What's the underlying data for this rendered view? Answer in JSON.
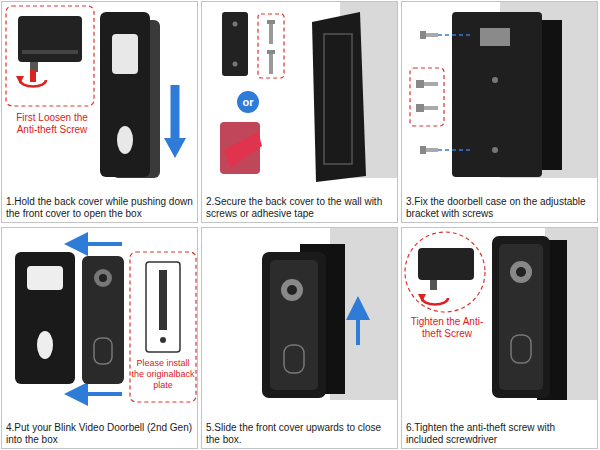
{
  "diagram": {
    "nodes": [
      {
        "text": [
          "1.Hold the back cover while pushing down the front cover to open the box"
        ]
      },
      {
        "text": [
          "2.Secure the back cover to the wall with screws or adhesive tape"
        ]
      },
      {
        "text": [
          "or"
        ],
        "in": 1
      },
      {
        "text": [
          "3.Fix the doorbell case on the adjustable bracket with screws"
        ]
      },
      {
        "text": [
          "4.Put your Blink Video Doorbell (2nd Gen) into the box"
        ]
      },
      {
        "text": [
          "5.Slide the front cover upwards to close the box."
        ]
      },
      {
        "text": [
          "6.Tighten the anti-theft screw with included screwdriver"
        ]
      }
    ],
    "labels": [
      "First Loosen the Anti-theft Screw",
      "Please install the originalback plate",
      "Tighten the Anti-theft Screw"
    ]
  }
}
